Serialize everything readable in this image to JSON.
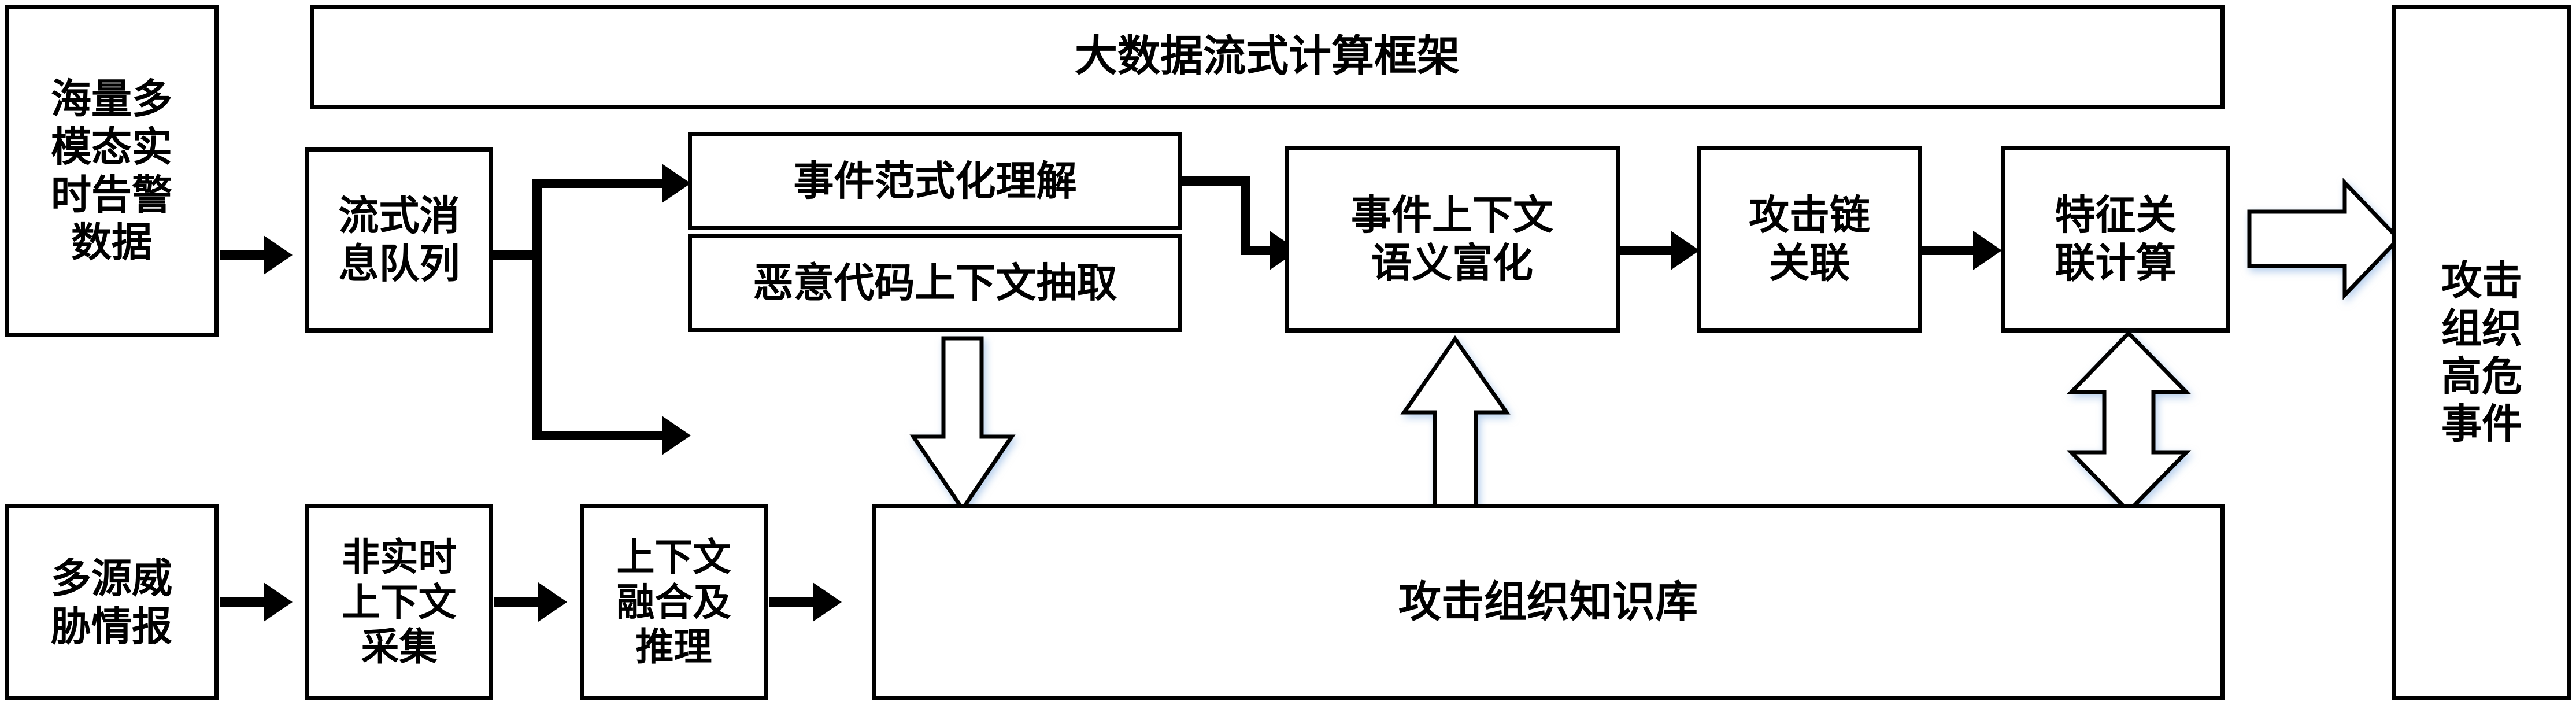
{
  "diagram": {
    "title": "大数据流式计算框架",
    "banner": {
      "label": "大数据流式计算框架"
    },
    "inputs": {
      "alert_data": "海量多\n模态实\n时告警\n数据",
      "threat_intel": "多源威\n胁情报"
    },
    "stream_pipeline": {
      "message_queue": "流式消\n息队列",
      "event_normalization": "事件范式化理解",
      "malware_context_extraction": "恶意代码上下文抽取",
      "event_context_enrichment": "事件上下文\n语义富化",
      "attack_chain_correlation": "攻击链\n关联",
      "feature_correlation_compute": "特征关\n联计算"
    },
    "offline_pipeline": {
      "non_realtime_collection": "非实时\n上下文\n采集",
      "context_fusion_reasoning": "上下文\n融合及\n推理",
      "knowledge_base": "攻击组织知识库"
    },
    "output": {
      "high_risk_event": "攻击\n组织\n高危\n事件"
    },
    "connectors": [
      {
        "name": "alert-data-to-queue",
        "kind": "solid-arrow",
        "direction": "right"
      },
      {
        "name": "queue-fork-to-normalization",
        "kind": "solid-arrow",
        "direction": "right"
      },
      {
        "name": "queue-fork-to-malware-extraction",
        "kind": "solid-arrow",
        "direction": "right"
      },
      {
        "name": "normalization-to-enrichment",
        "kind": "solid-arrow",
        "direction": "right"
      },
      {
        "name": "enrichment-to-attack-chain",
        "kind": "solid-arrow",
        "direction": "right"
      },
      {
        "name": "attack-chain-to-feature-compute",
        "kind": "solid-arrow",
        "direction": "right"
      },
      {
        "name": "feature-compute-to-output",
        "kind": "block-arrow",
        "direction": "right"
      },
      {
        "name": "malware-extraction-to-knowledge-base",
        "kind": "block-arrow",
        "direction": "down"
      },
      {
        "name": "knowledge-base-to-enrichment",
        "kind": "block-arrow",
        "direction": "up"
      },
      {
        "name": "knowledge-base-feature-compute",
        "kind": "block-arrow",
        "direction": "both-vertical"
      },
      {
        "name": "threat-intel-to-collection",
        "kind": "solid-arrow",
        "direction": "right"
      },
      {
        "name": "collection-to-fusion",
        "kind": "solid-arrow",
        "direction": "right"
      },
      {
        "name": "fusion-to-knowledge-base",
        "kind": "solid-arrow",
        "direction": "right"
      }
    ],
    "colors": {
      "stroke": "#000000",
      "fill": "#ffffff",
      "arrow_glow": "#78a5dc"
    }
  }
}
